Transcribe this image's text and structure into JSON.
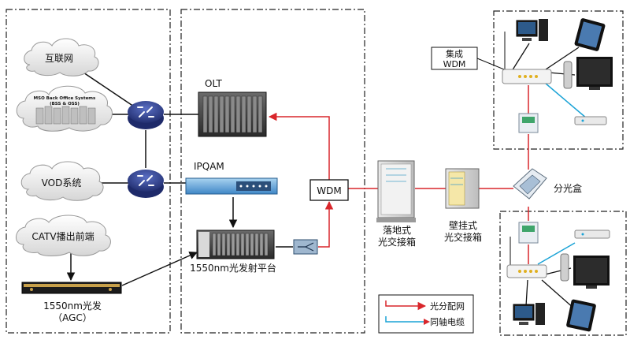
{
  "labels": {
    "internet": "互联网",
    "mso_line1": "MSO Back Office Systems",
    "mso_line2": "(BSS & OSS)",
    "vod": "VOD系统",
    "catv": "CATV播出前端",
    "transmitter": "1550nm光发",
    "agc": "（AGC）",
    "olt": "OLT",
    "ipqam": "IPQAM",
    "platform": "1550nm光发射平台",
    "wdm_center": "WDM",
    "cabinet_floor_1": "落地式",
    "cabinet_floor_2": "光交接箱",
    "cabinet_wall_1": "壁挂式",
    "cabinet_wall_2": "光交接箱",
    "splitter_box": "分光盒",
    "integrated_1": "集成",
    "integrated_2": "WDM"
  },
  "legend": {
    "fiber": "光分配网",
    "coax": "同轴电缆"
  },
  "colors": {
    "fiber": "#d9262b",
    "coax": "#1aa3d6",
    "black_link": "#111111",
    "router": "#2e3d8c"
  }
}
